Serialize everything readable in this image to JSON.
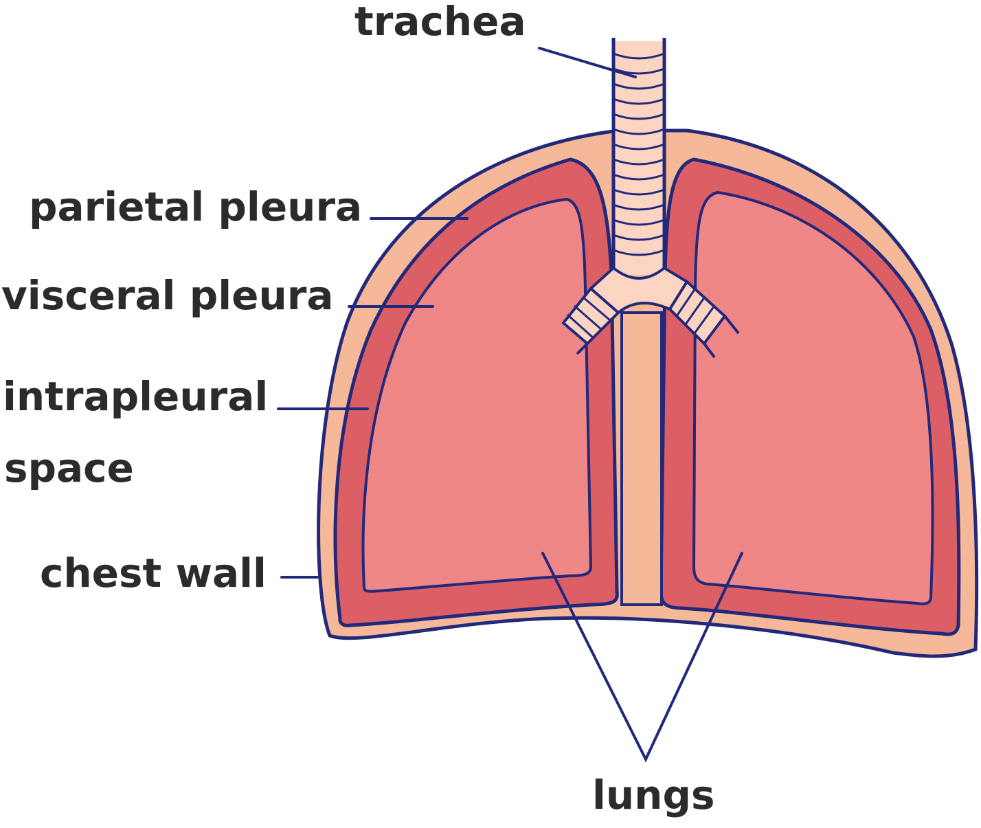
{
  "labels": {
    "trachea": "trachea",
    "parietal_pleura": "parietal pleura",
    "visceral_pleura": "visceral pleura",
    "intrapleural_line1": "intrapleural",
    "intrapleural_line2": "space",
    "chest_wall": "chest wall",
    "lungs": "lungs"
  },
  "colors": {
    "outline": "#22287a",
    "chest_wall_fill": "#f5b898",
    "pleura_fill": "#dc5f66",
    "lung_fill": "#ef8787",
    "cartilage_fill": "#fbd4c2",
    "label_text": "#2b2b2b"
  }
}
